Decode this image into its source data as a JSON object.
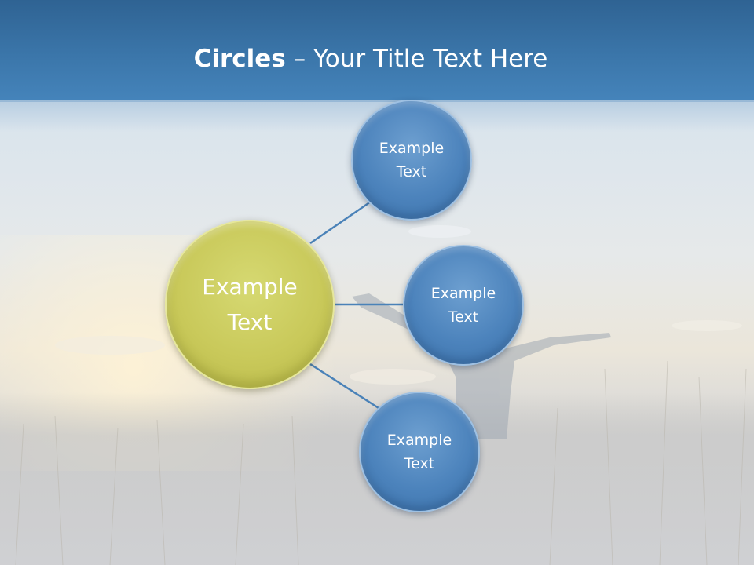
{
  "title": {
    "bold": "Circles",
    "rest": " – Your Title Text Here"
  },
  "center_circle": {
    "label": "Example\nText"
  },
  "satellites": [
    {
      "label": "Example\nText"
    },
    {
      "label": "Example\nText"
    },
    {
      "label": "Example\nText"
    }
  ],
  "colors": {
    "title_bar": "#3b76aa",
    "center_circle": "#c9c95a",
    "satellite_circle": "#4c83bc",
    "connector": "#4a82b8"
  }
}
